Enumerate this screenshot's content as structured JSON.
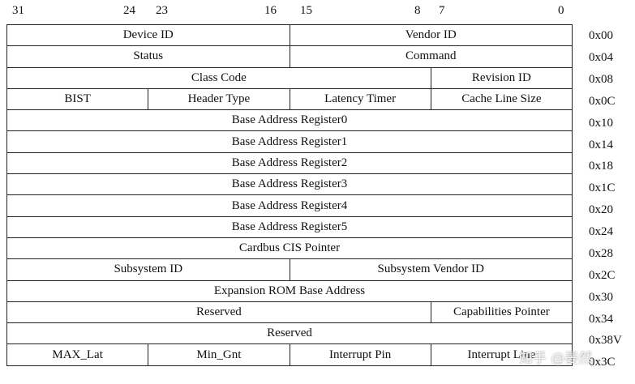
{
  "bit_labels": {
    "b31": "31",
    "b24": "24",
    "b23": "23",
    "b16": "16",
    "b15": "15",
    "b8": "8",
    "b7": "7",
    "b0": "0"
  },
  "rows": [
    {
      "cells": [
        "Device ID",
        "Vendor ID"
      ],
      "offset": "0x00"
    },
    {
      "cells": [
        "Status",
        "Command"
      ],
      "offset": "0x04"
    },
    {
      "cells": [
        "Class Code",
        "Revision ID"
      ],
      "offset": "0x08"
    },
    {
      "cells": [
        "BIST",
        "Header Type",
        "Latency Timer",
        "Cache Line Size"
      ],
      "offset": "0x0C"
    },
    {
      "cells": [
        "Base Address Register0"
      ],
      "offset": "0x10"
    },
    {
      "cells": [
        "Base Address Register1"
      ],
      "offset": "0x14"
    },
    {
      "cells": [
        "Base Address Register2"
      ],
      "offset": "0x18"
    },
    {
      "cells": [
        "Base Address Register3"
      ],
      "offset": "0x1C"
    },
    {
      "cells": [
        "Base Address Register4"
      ],
      "offset": "0x20"
    },
    {
      "cells": [
        "Base Address Register5"
      ],
      "offset": "0x24"
    },
    {
      "cells": [
        "Cardbus CIS Pointer"
      ],
      "offset": "0x28"
    },
    {
      "cells": [
        "Subsystem ID",
        "Subsystem Vendor ID"
      ],
      "offset": "0x2C"
    },
    {
      "cells": [
        "Expansion ROM Base Address"
      ],
      "offset": "0x30"
    },
    {
      "cells": [
        "Reserved",
        "Capabilities Pointer"
      ],
      "offset": "0x34"
    },
    {
      "cells": [
        "Reserved"
      ],
      "offset": "0x38V"
    },
    {
      "cells": [
        "MAX_Lat",
        "Min_Gnt",
        "Interrupt Pin",
        "Interrupt Line"
      ],
      "offset": "0x3C"
    }
  ],
  "watermark": "知乎 @晏然"
}
